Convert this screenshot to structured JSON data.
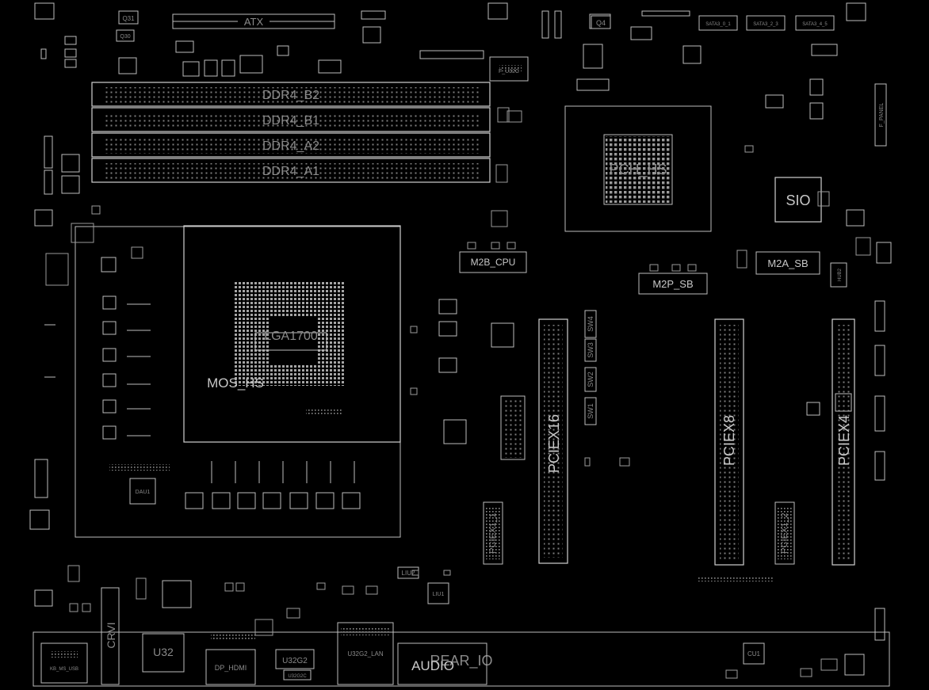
{
  "colors": {
    "background": "#000000",
    "outline": "#c0c0c0",
    "label": "#8a8a8a"
  },
  "labels": {
    "atx": "ATX",
    "ddr4_b2": "DDR4_B2",
    "ddr4_b1": "DDR4_B1",
    "ddr4_a2": "DDR4_A2",
    "ddr4_a1": "DDR4_A1",
    "pch_hs": "PCH_HS",
    "sio": "SIO",
    "m2b_cpu": "M2B_CPU",
    "m2p_sb": "M2P_SB",
    "m2a_sb": "M2A_SB",
    "lga1700": "LGA1700",
    "mos_hs": "MOS_HS",
    "pciex16": "PCIEX16",
    "pciex8": "PCIEX8",
    "pciex4": "PCIEX4",
    "pciex1_1": "PCIEX1_1",
    "pciex1_2": "PCIEX1_2",
    "sw1": "SW1",
    "sw2": "SW2",
    "sw3": "SW3",
    "sw4": "SW4",
    "rear_io": "REAR_IO",
    "audio": "AUDIO",
    "u32g2_lan": "U32G2_LAN",
    "u32g2": "U32G2",
    "u32g2c": "U32G2C",
    "u32": "U32",
    "dp_hdmi": "DP_HDMI",
    "kb_ms_usb": "KB_MS_USB",
    "crvi": "CRVI",
    "q31": "Q31",
    "q30": "Q30",
    "q4": "Q4",
    "f_u32c": "F_U32C",
    "sata3_1": "SATA3_0_1",
    "sata3_2": "SATA3_2_3",
    "sata3_3": "SATA3_4_5",
    "f_panel": "F_PANEL",
    "dau1": "DAU1",
    "hub2": "HUB2",
    "liu2": "LIU2",
    "liu1": "LIU1",
    "cu1": "CU1"
  }
}
